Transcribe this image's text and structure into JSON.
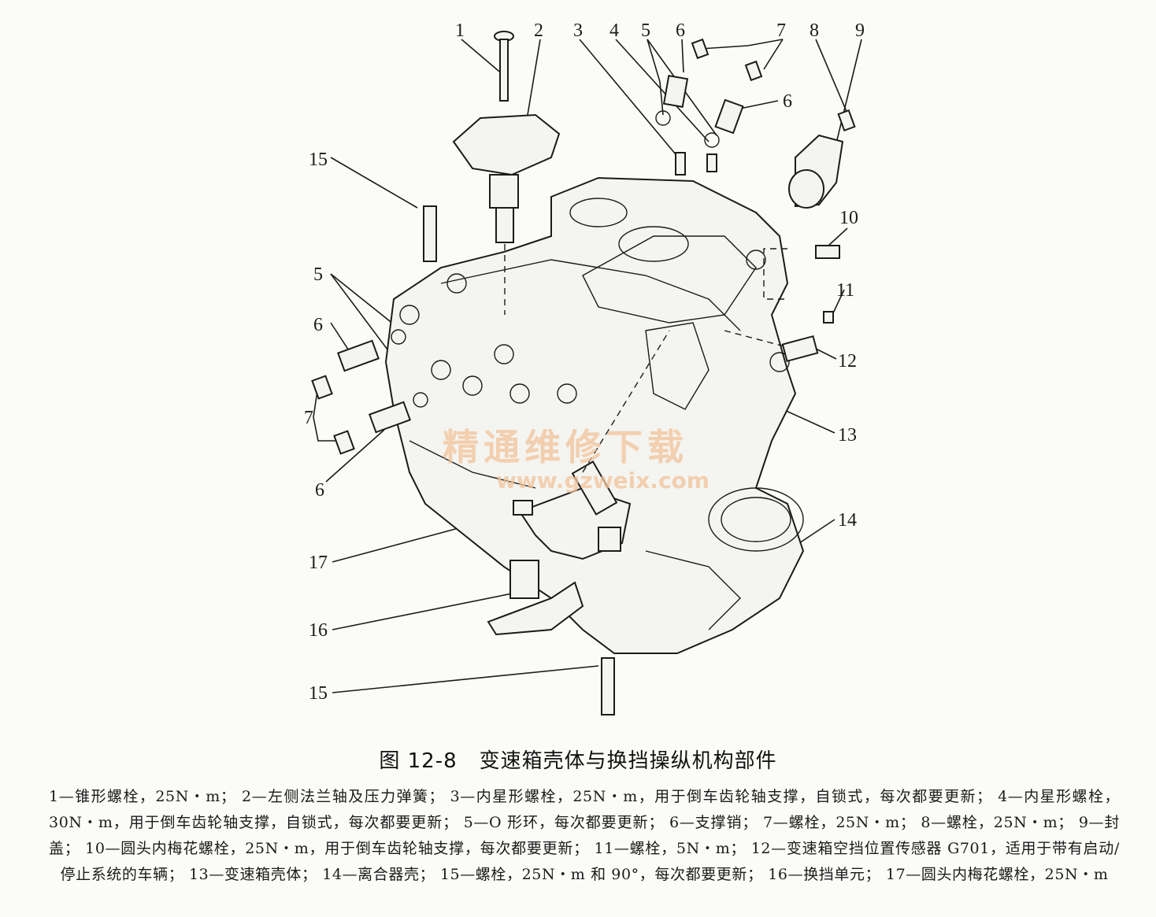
{
  "figure": {
    "number": "图 12-8",
    "title": "变速箱壳体与换挡操纵机构部件"
  },
  "watermark": {
    "text_cn": "精通维修下载",
    "url": "www.gzweix.com"
  },
  "callouts": [
    "1",
    "2",
    "3",
    "4",
    "5",
    "6",
    "6",
    "7",
    "8",
    "9",
    "15",
    "10",
    "5",
    "11",
    "6",
    "12",
    "7",
    "13",
    "6",
    "14",
    "17",
    "16",
    "15"
  ],
  "legend": [
    "1—锥形螺栓，25N・m",
    "2—左侧法兰轴及压力弹簧",
    "3—内星形螺栓，25N・m，用于倒车齿轮轴支撑，自锁式，每次都要更新",
    "4—内星形螺栓，30N・m，用于倒车齿轮轴支撑，自锁式，每次都要更新",
    "5—O 形环，每次都要更新",
    "6—支撑销",
    "7—螺栓，25N・m",
    "8—螺栓，25N・m",
    "9—封盖",
    "10—圆头内梅花螺栓，25N・m，用于倒车齿轮轴支撑，每次都要更新",
    "11—螺栓，5N・m",
    "12—变速箱空挡位置传感器 G701，适用于带有启动/停止系统的车辆",
    "13—变速箱壳体",
    "14—离合器壳",
    "15—螺栓，25N・m 和 90°，每次都要更新",
    "16—换挡单元",
    "17—圆头内梅花螺栓，25N・m"
  ],
  "colors": {
    "ink": "#1b1b1b",
    "paper": "#fbfbf8",
    "watermark": "#f2c39a"
  }
}
